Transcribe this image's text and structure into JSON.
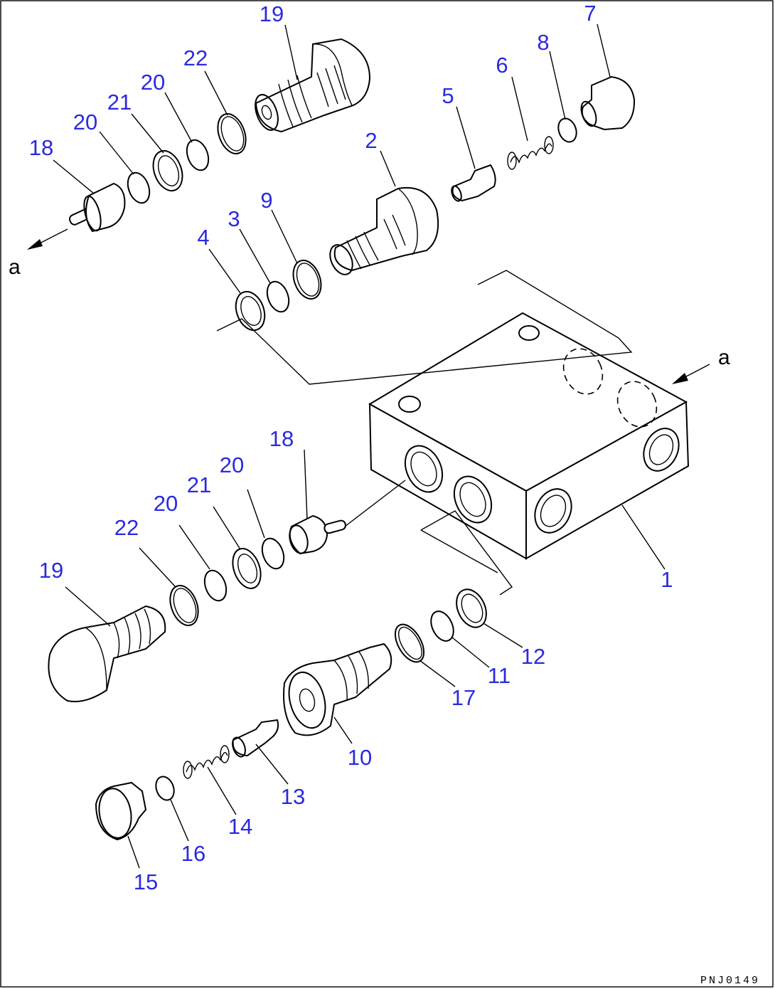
{
  "callouts": {
    "c1": "1",
    "c2": "2",
    "c3": "3",
    "c4": "4",
    "c5": "5",
    "c6": "6",
    "c7": "7",
    "c8": "8",
    "c9": "9",
    "c10": "10",
    "c11": "11",
    "c12": "12",
    "c13": "13",
    "c14": "14",
    "c15": "15",
    "c16": "16",
    "c17": "17",
    "c18a": "18",
    "c18b": "18",
    "c19a": "19",
    "c19b": "19",
    "c20a": "20",
    "c20b": "20",
    "c20c": "20",
    "c20d": "20",
    "c21a": "21",
    "c21b": "21",
    "c22a": "22",
    "c22b": "22"
  },
  "view_markers": {
    "left": "a",
    "right": "a"
  },
  "drawing_code": "PNJ0149",
  "colors": {
    "callout": "#2a2ae0",
    "line": "#000000",
    "background": "#ffffff"
  }
}
